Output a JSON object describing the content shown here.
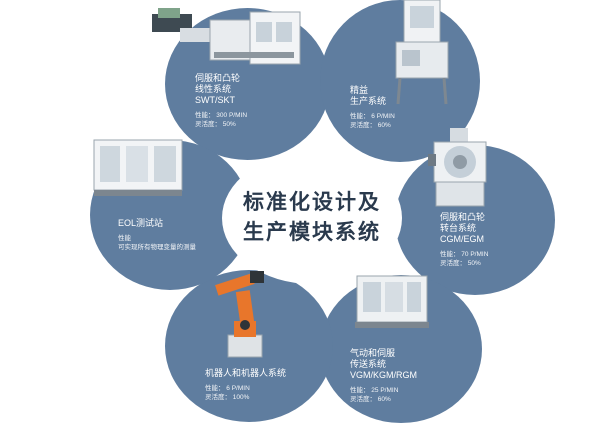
{
  "center_title": {
    "line1": "标准化设计及",
    "line2": "生产模块系统"
  },
  "modules": {
    "swt_skt": {
      "name": "伺服和凸轮\n线性系统\nSWT/SKT",
      "stats": "性能：  300 P/MIN\n灵活度：  50%"
    },
    "precision": {
      "name": "精益\n生产系统",
      "stats": "性能：  6 P/MIN\n灵活度：  60%"
    },
    "cgm_egm": {
      "name": "伺服和凸轮\n转台系统\nCGM/EGM",
      "stats": "性能：  70 P/MIN\n灵活度：  50%"
    },
    "vgm": {
      "name": "气动和伺服\n传送系统\nVGM/KGM/RGM",
      "stats": "性能：  25 P/MIN\n灵活度：  60%"
    },
    "robot": {
      "name": "机器人和机器人系统",
      "stats": "性能：  6 P/MIN\n灵活度：  100%"
    },
    "eol": {
      "name": "EOL测试站",
      "stats": "性能\n可实现所有物理变量的测量"
    }
  },
  "colors": {
    "petal": "#5f7d9f",
    "center_text": "#2a3a4d",
    "robot_orange": "#e8762b"
  }
}
